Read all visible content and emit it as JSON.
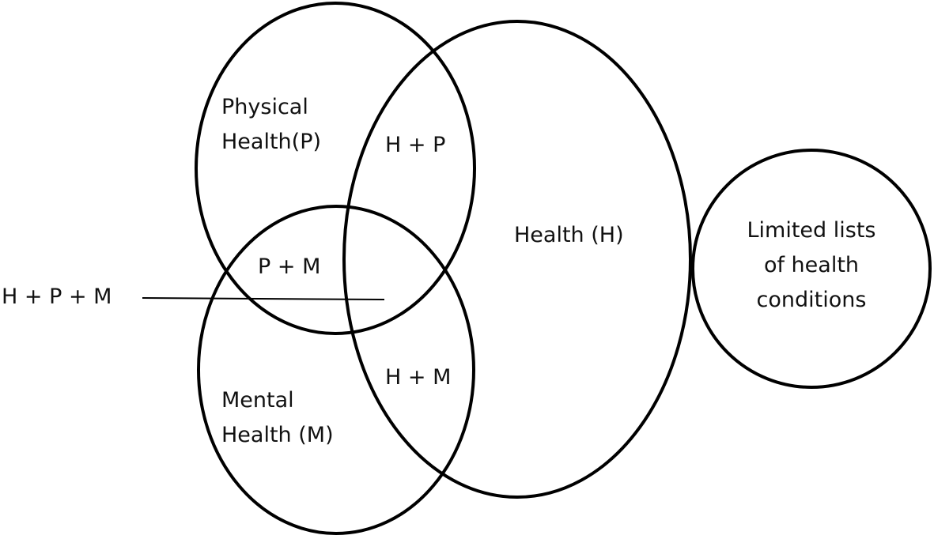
{
  "diagram": {
    "sets": {
      "physical": {
        "line1": "Physical",
        "line2": "Health(P)"
      },
      "health": {
        "label": "Health (H)"
      },
      "mental": {
        "line1": "Mental",
        "line2": "Health (M)"
      },
      "limited": {
        "line1": "Limited lists",
        "line2": "of health",
        "line3": "conditions"
      }
    },
    "intersections": {
      "hp": "H + P",
      "pm": "P + M",
      "hm": "H + M",
      "hpm": "H + P + M"
    },
    "stroke_color": "#000000",
    "text_color": "#111111"
  }
}
